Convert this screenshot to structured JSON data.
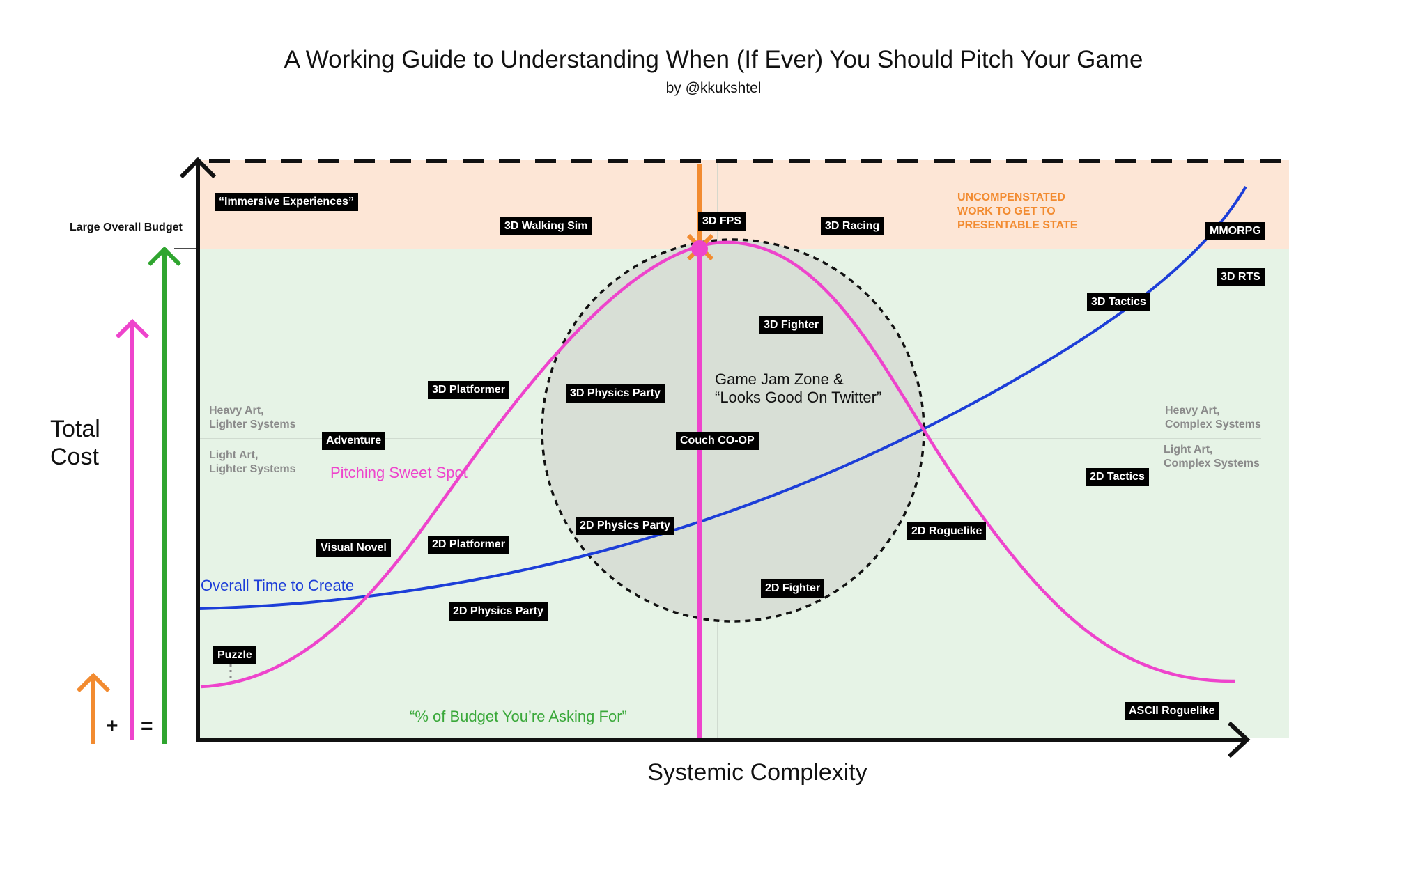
{
  "header": {
    "title": "A Working Guide to Understanding When (If Ever) You Should Pitch Your Game",
    "byline": "by @kkukshtel"
  },
  "axes": {
    "x_label": "Systemic Complexity",
    "y_label": "Total Cost",
    "budget_label": "Large Overall Budget"
  },
  "legend": {
    "plus": "+",
    "equals": "="
  },
  "zones": {
    "uncompensated": [
      "UNCOMPENSTATED",
      "WORK TO GET TO",
      "PRESENTABLE STATE"
    ],
    "game_jam": [
      "Game Jam Zone &",
      "“Looks Good On Twitter”"
    ]
  },
  "region_labels": {
    "left_upper": [
      "Heavy Art,",
      "Lighter Systems"
    ],
    "left_lower": [
      "Light Art,",
      "Lighter Systems"
    ],
    "right_upper": [
      "Heavy Art,",
      "Complex Systems"
    ],
    "right_lower": [
      "Light Art,",
      "Complex Systems"
    ]
  },
  "curves": {
    "pitch": "Pitching Sweet Spot",
    "time": "Overall Time to Create",
    "budget_ask": "“% of Budget You’re Asking For”"
  },
  "genres": {
    "immersive": "“Immersive Experiences”",
    "walking_sim": "3D Walking Sim",
    "fps": "3D FPS",
    "racing": "3D Racing",
    "mmorpg": "MMORPG",
    "rts": "3D RTS",
    "tactics_3d": "3D Tactics",
    "fighter_3d": "3D Fighter",
    "platformer_3d": "3D Platformer",
    "physics_party_3d": "3D Physics Party",
    "adventure": "Adventure",
    "couch_coop": "Couch CO-OP",
    "tactics_2d": "2D Tactics",
    "physics_party_2d_a": "2D Physics Party",
    "roguelike_2d": "2D Roguelike",
    "visual_novel": "Visual Novel",
    "platformer_2d": "2D Platformer",
    "fighter_2d": "2D Fighter",
    "physics_party_2d_b": "2D Physics Party",
    "puzzle": "Puzzle",
    "ascii_roguelike": "ASCII Roguelike"
  },
  "colors": {
    "peach_zone": "#fde6d6",
    "green_zone": "#e6f3e6",
    "jam_circle": "#d8dfd6",
    "pink": "#ee44cc",
    "blue": "#1d3ed8",
    "green": "#2fa52f",
    "orange": "#f28b30"
  }
}
